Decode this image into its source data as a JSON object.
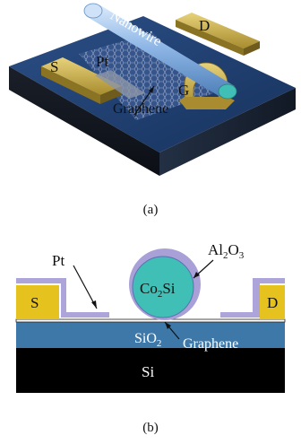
{
  "panel_a": {
    "caption": "(a)",
    "labels": {
      "nanowire": "Nanowire",
      "drain": "D",
      "source": "S",
      "pt": "Pt",
      "gate": "G",
      "graphene": "Graphene"
    }
  },
  "panel_b": {
    "caption": "(b)",
    "labels": {
      "pt": "Pt",
      "al2o3": {
        "base": "Al",
        "sub1": "2",
        "mid": "O",
        "sub2": "3"
      },
      "source": "S",
      "core": {
        "base": "Co",
        "sub": "2",
        "tail": "Si"
      },
      "drain": "D",
      "sio2": {
        "base": "SiO",
        "sub": "2"
      },
      "graphene": "Graphene",
      "si": "Si"
    }
  },
  "colors": {
    "substrate_top": "#1e3a66",
    "electrode": "#c9b24a",
    "nanowire": "#8fb7e6",
    "source_drain_b": "#e6c21e",
    "shell": "#a9a0d8",
    "core": "#3fbfb5",
    "sio2": "#3d78a8",
    "si": "#000000"
  }
}
